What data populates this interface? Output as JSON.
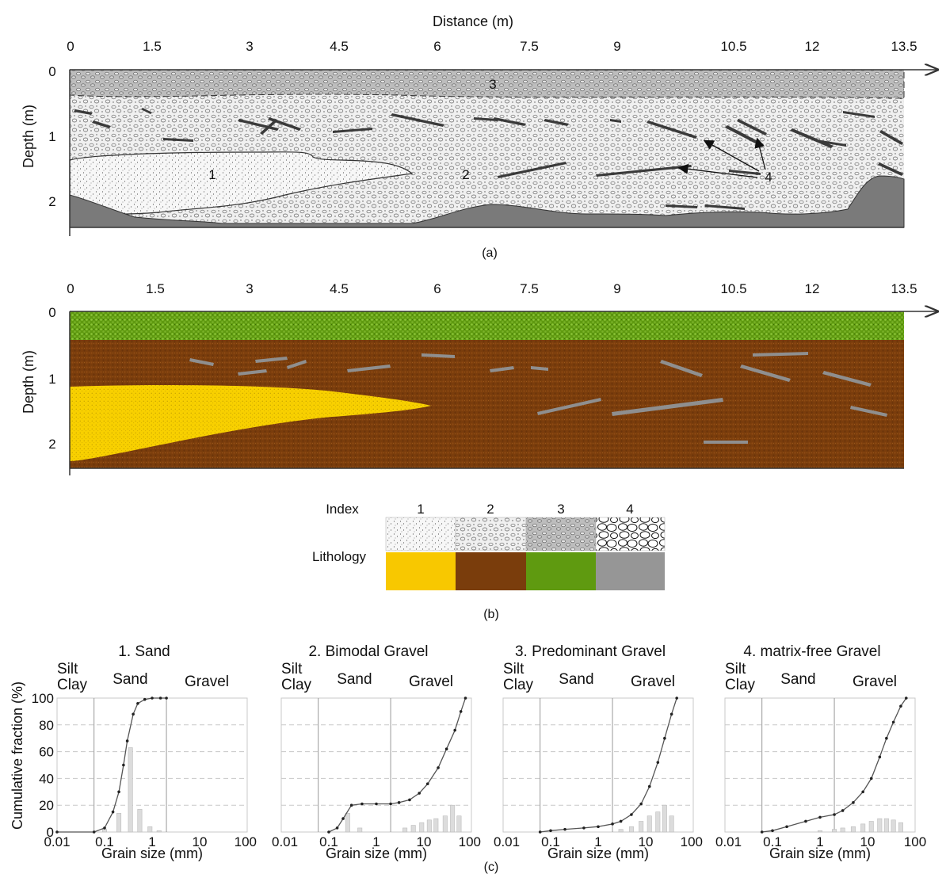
{
  "section_a": {
    "top_axis_label": "Distance (m)",
    "x_ticks": [
      "0",
      "1.5",
      "3",
      "4.5",
      "6",
      "7.5",
      "9",
      "10.5",
      "12",
      "13.5"
    ],
    "y_label": "Depth (m)",
    "y_ticks": [
      "0",
      "1",
      "2"
    ],
    "unit_labels": [
      "1",
      "2",
      "3",
      "4"
    ],
    "caption": "(a)"
  },
  "section_b": {
    "x_ticks": [
      "0",
      "1.5",
      "3",
      "4.5",
      "6",
      "7.5",
      "9",
      "10.5",
      "12",
      "13.5"
    ],
    "y_label": "Depth (m)",
    "y_ticks": [
      "0",
      "1",
      "2"
    ],
    "caption": "(b)"
  },
  "legend": {
    "index_label": "Index",
    "lithology_label": "Lithology",
    "indices": [
      "1",
      "2",
      "3",
      "4"
    ],
    "colors": [
      "#f8c800",
      "#7a3d0c",
      "#5f9a10",
      "#969696"
    ]
  },
  "caption_c": "(c)",
  "chart_data": [
    {
      "type": "line",
      "title": "1. Sand",
      "class_labels": [
        "Silt\nClay",
        "Sand",
        "Gravel"
      ],
      "xlabel": "Grain size (mm)",
      "ylabel": "Cumulative fraction (%)",
      "x_scale": "log",
      "xlim": [
        0.01,
        100
      ],
      "ylim": [
        0,
        100
      ],
      "x_ticks": [
        "0.01",
        "0.1",
        "1",
        "10",
        "100"
      ],
      "y_ticks": [
        "0",
        "20",
        "40",
        "60",
        "80",
        "100"
      ],
      "cumulative": {
        "x": [
          0.01,
          0.06,
          0.1,
          0.15,
          0.2,
          0.25,
          0.3,
          0.4,
          0.5,
          0.7,
          1,
          1.5,
          2
        ],
        "y": [
          0,
          0,
          3,
          15,
          30,
          50,
          68,
          88,
          96,
          99,
          100,
          100,
          100
        ]
      },
      "histogram": {
        "x": [
          0.1,
          0.2,
          0.35,
          0.55,
          0.9,
          1.4
        ],
        "y": [
          2,
          14,
          63,
          17,
          4,
          1
        ]
      }
    },
    {
      "type": "line",
      "title": "2. Bimodal Gravel",
      "class_labels": [
        "Silt\nClay",
        "Sand",
        "Gravel"
      ],
      "xlabel": "Grain size (mm)",
      "x_scale": "log",
      "xlim": [
        0.01,
        100
      ],
      "ylim": [
        0,
        100
      ],
      "x_ticks": [
        "0.01",
        "0.1",
        "1",
        "10",
        "100"
      ],
      "cumulative": {
        "x": [
          0.1,
          0.15,
          0.2,
          0.3,
          0.5,
          1,
          2,
          3,
          5,
          8,
          12,
          20,
          30,
          45,
          60,
          75
        ],
        "y": [
          0,
          3,
          10,
          20,
          21,
          21,
          21,
          22,
          24,
          29,
          36,
          48,
          62,
          76,
          90,
          100
        ]
      },
      "histogram": {
        "x": [
          0.25,
          0.45,
          4,
          6,
          9,
          13,
          18,
          28,
          40,
          55
        ],
        "y": [
          14,
          3,
          3,
          5,
          7,
          9,
          10,
          12,
          20,
          12
        ]
      }
    },
    {
      "type": "line",
      "title": "3. Predominant Gravel",
      "class_labels": [
        "Silt\nClay",
        "Sand",
        "Gravel"
      ],
      "xlabel": "Grain size (mm)",
      "x_scale": "log",
      "xlim": [
        0.01,
        100
      ],
      "ylim": [
        0,
        100
      ],
      "x_ticks": [
        "0.01",
        "0.1",
        "1",
        "10",
        "100"
      ],
      "cumulative": {
        "x": [
          0.06,
          0.1,
          0.2,
          0.5,
          1,
          2,
          3,
          5,
          8,
          12,
          18,
          25,
          35,
          45
        ],
        "y": [
          0,
          1,
          2,
          3,
          4,
          6,
          8,
          13,
          21,
          34,
          52,
          70,
          88,
          100
        ]
      },
      "histogram": {
        "x": [
          3,
          5,
          8,
          12,
          18,
          25,
          35
        ],
        "y": [
          2,
          4,
          8,
          12,
          15,
          20,
          12
        ]
      }
    },
    {
      "type": "line",
      "title": "4. matrix-free Gravel",
      "class_labels": [
        "Silt\nClay",
        "Sand",
        "Gravel"
      ],
      "xlabel": "Grain size (mm)",
      "x_scale": "log",
      "xlim": [
        0.01,
        100
      ],
      "ylim": [
        0,
        100
      ],
      "x_ticks": [
        "0.01",
        "0.1",
        "1",
        "10",
        "100"
      ],
      "cumulative": {
        "x": [
          0.06,
          0.1,
          0.2,
          0.5,
          1,
          2,
          3,
          5,
          8,
          12,
          18,
          25,
          35,
          50,
          65
        ],
        "y": [
          0,
          1,
          4,
          8,
          11,
          13,
          16,
          22,
          30,
          40,
          56,
          70,
          82,
          94,
          100
        ]
      },
      "histogram": {
        "x": [
          1,
          2,
          3,
          5,
          8,
          12,
          18,
          25,
          35,
          50
        ],
        "y": [
          1,
          2,
          3,
          4,
          6,
          8,
          10,
          10,
          9,
          7
        ]
      }
    }
  ]
}
